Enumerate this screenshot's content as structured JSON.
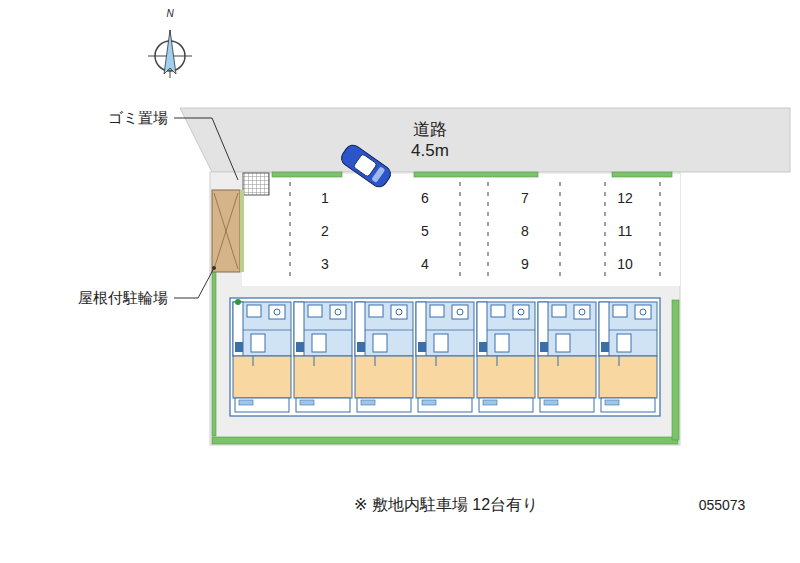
{
  "diagram": {
    "caption": "※ 敷地内駐車場 12台有り",
    "nodes": [
      {
        "text": [
          "道路",
          "4.5m"
        ]
      }
    ],
    "labels": [
      "N",
      "ゴミ置場",
      "屋根付駐輪場",
      "1",
      "2",
      "3",
      "4",
      "5",
      "6",
      "7",
      "8",
      "9",
      "10",
      "11",
      "12",
      "055073"
    ]
  }
}
